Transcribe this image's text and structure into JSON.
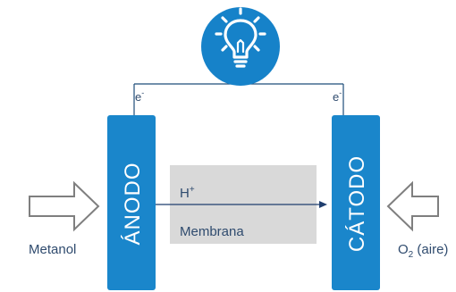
{
  "icon": {
    "name": "lightbulb-icon",
    "background_color": "#1682c9"
  },
  "circuit": {
    "electron_left": "e",
    "electron_right": "e",
    "electron_superscript": "-",
    "wire_color": "#1f4e7a"
  },
  "electrodes": {
    "anode_label": "ÁNODO",
    "cathode_label": "CÁTODO",
    "color": "#1a86cb"
  },
  "membrane": {
    "ion_label": "H",
    "ion_superscript": "+",
    "label": "Membrana",
    "color": "#d9d9d9",
    "arrow_color": "#1f3e6e"
  },
  "inputs": {
    "left_label": "Metanol",
    "right_label_main": "O",
    "right_label_subscript": "2",
    "right_label_suffix": " (aire)",
    "arrow_outline_color": "#7f7f7f"
  },
  "text_color": "#2f4b6e"
}
